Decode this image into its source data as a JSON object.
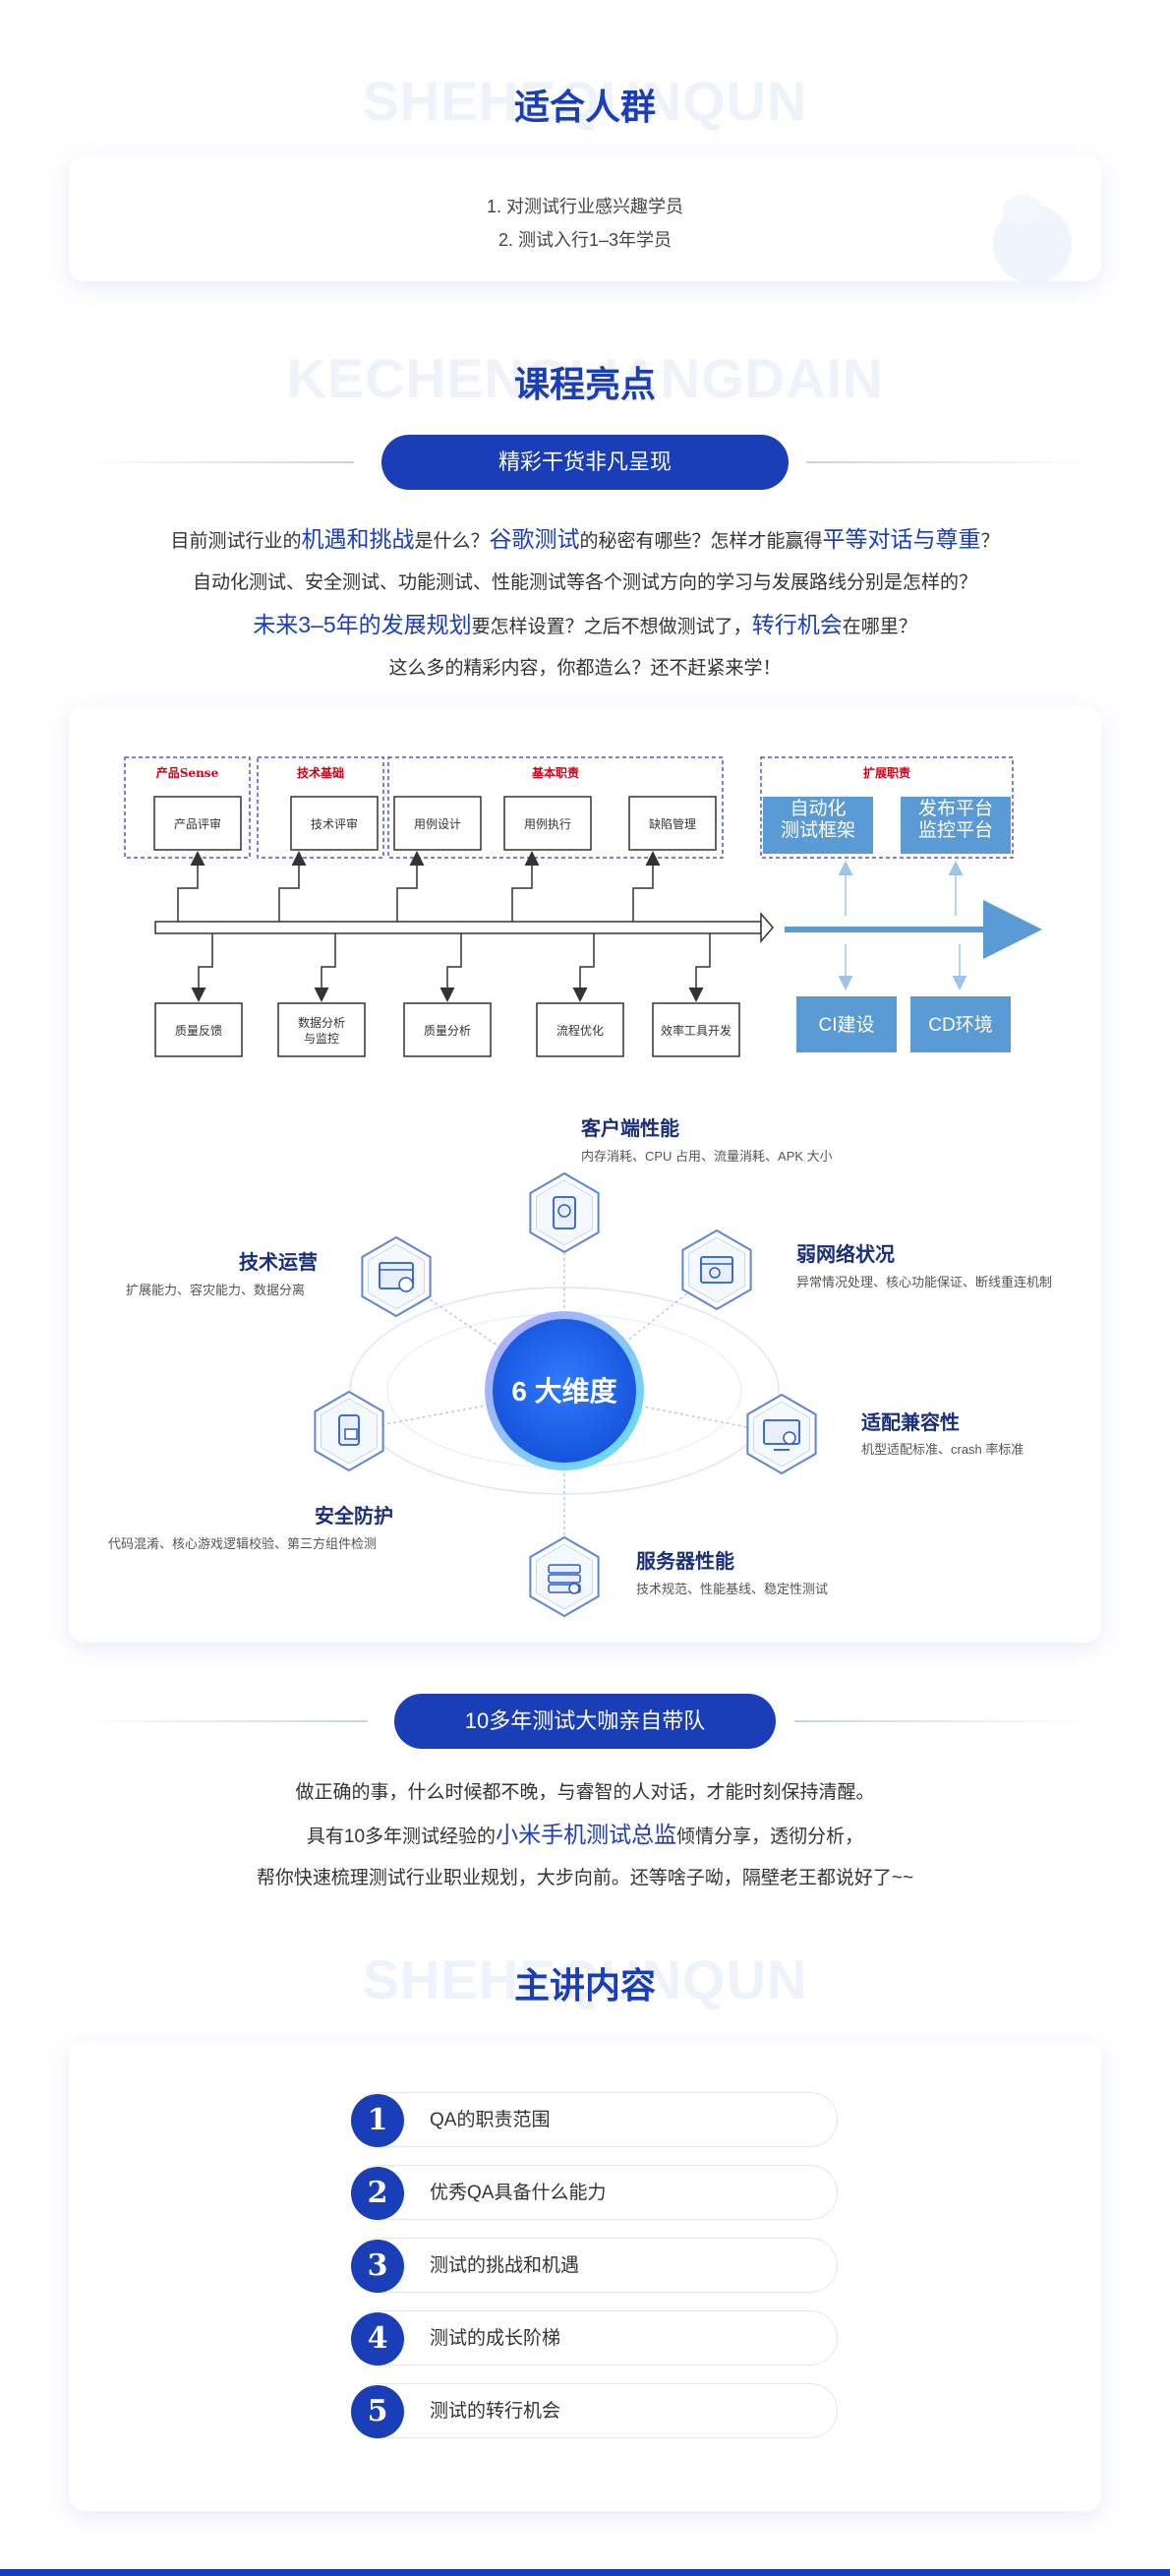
{
  "audience": {
    "bg_text": "SHEHEQUNQUN",
    "title": "适合人群",
    "items": [
      "1.  对测试行业感兴趣学员",
      "2.  测试入行1–3年学员"
    ]
  },
  "highlights": {
    "bg_text": "KECHENGLIANGDAIN",
    "title": "课程亮点",
    "pill": "精彩干货非凡呈现",
    "lines": [
      [
        {
          "t": "目前测试行业的"
        },
        {
          "t": "机遇和挑战",
          "h": true
        },
        {
          "t": "是什么？"
        },
        {
          "t": "谷歌测试",
          "h": true
        },
        {
          "t": "的秘密有哪些？怎样才能赢得"
        },
        {
          "t": "平等对话与尊重",
          "h": true
        },
        {
          "t": "？"
        }
      ],
      [
        {
          "t": "自动化测试、安全测试、功能测试、性能测试等各个测试方向的学习与发展路线分别是怎样的？"
        }
      ],
      [
        {
          "t": "未来3–5年的发展规划",
          "h": true
        },
        {
          "t": "要怎样设置？之后不想做测试了，"
        },
        {
          "t": "转行机会",
          "h": true
        },
        {
          "t": "在哪里？"
        }
      ],
      [
        {
          "t": "这么多的精彩内容，你都造么？还不赶紧来学！"
        }
      ]
    ]
  },
  "flow": {
    "group1": "产品Sense",
    "group2": "技术基础",
    "group3": "基本职责",
    "group4": "扩展职责",
    "top_boxes": [
      "产品评审",
      "技术评审",
      "用例设计",
      "用例执行",
      "缺陷管理"
    ],
    "bottom_boxes": [
      "质量反馈",
      "数据分析|与监控",
      "质量分析",
      "流程优化",
      "效率工具开发"
    ],
    "ext_top": [
      "自动化|测试框架",
      "发布平台|监控平台"
    ],
    "ext_bottom": [
      "CI建设",
      "CD环境"
    ]
  },
  "dimensions": {
    "center": "6 大维度",
    "items": [
      {
        "title": "客户端性能",
        "desc": "内存消耗、CPU 占用、流量消耗、APK 大小",
        "icon": "phone-icon"
      },
      {
        "title": "弱网络状况",
        "desc": "异常情况处理、核心功能保证、断线重连机制",
        "icon": "browser-icon"
      },
      {
        "title": "适配兼容性",
        "desc": "机型适配标准、crash 率标准",
        "icon": "monitor-user-icon"
      },
      {
        "title": "服务器性能",
        "desc": "技术规范、性能基线、稳定性测试",
        "icon": "server-icon"
      },
      {
        "title": "安全防护",
        "desc": "代码混淆、核心游戏逻辑校验、第三方组件检测",
        "icon": "lock-phone-icon"
      },
      {
        "title": "技术运营",
        "desc": "扩展能力、容灾能力、数据分离",
        "icon": "window-link-icon"
      }
    ]
  },
  "team": {
    "pill": "10多年测试大咖亲自带队",
    "lines": [
      [
        {
          "t": "做正确的事，什么时候都不晚，与睿智的人对话，才能时刻保持清醒。"
        }
      ],
      [
        {
          "t": "具有10多年测试经验的"
        },
        {
          "t": "小米手机测试总监",
          "h": true
        },
        {
          "t": "倾情分享，透彻分析，"
        }
      ],
      [
        {
          "t": "帮你快速梳理测试行业职业规划，大步向前。还等啥子呦，隔壁老王都说好了~~"
        }
      ]
    ]
  },
  "content": {
    "bg_text": "SHEHEQUNQUN",
    "title": "主讲内容",
    "topics": [
      {
        "num": "1",
        "label": "QA的职责范围"
      },
      {
        "num": "2",
        "label": "优秀QA具备什么能力"
      },
      {
        "num": "3",
        "label": "测试的挑战和机遇"
      },
      {
        "num": "4",
        "label": "测试的成长阶梯"
      },
      {
        "num": "5",
        "label": "测试的转行机会"
      }
    ]
  },
  "colors": {
    "brand": "#1a3db8",
    "red": "#d0021b",
    "ext_blue": "#5b9bd5"
  }
}
